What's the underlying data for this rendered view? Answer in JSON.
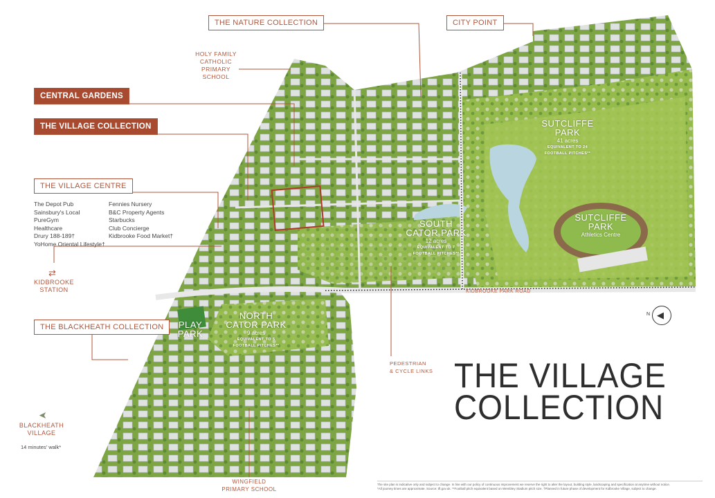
{
  "callouts": {
    "nature_collection": "THE NATURE COLLECTION",
    "city_point": "CITY POINT",
    "central_gardens": "CENTRAL GARDENS",
    "village_collection": "THE VILLAGE COLLECTION",
    "village_centre": "THE VILLAGE CENTRE",
    "blackheath_collection": "THE BLACKHEATH COLLECTION"
  },
  "village_centre_amenities": {
    "column1": [
      "The Depot Pub",
      "Sainsbury's Local",
      "PureGym",
      "Healthcare",
      "Drury 188-189†",
      "YoHome Oriental Lifestyle†"
    ],
    "column2": [
      "Fennies Nursery",
      "B&C Property Agents",
      "Starbucks",
      "Club Concierge",
      "Kidbrooke Food Market†"
    ]
  },
  "landmarks": {
    "holy_family": [
      "HOLY FAMILY",
      "CATHOLIC",
      "PRIMARY SCHOOL"
    ],
    "kidbrooke_station": [
      "KIDBROOKE",
      "STATION"
    ],
    "blackheath_village": [
      "BLACKHEATH",
      "VILLAGE"
    ],
    "blackheath_walk": "14 minutes' walk*",
    "kidbrooke_park_road": "KIDBROOKE PARK ROAD",
    "pedestrian_links": [
      "PEDESTRIAN",
      "& CYCLE LINKS"
    ],
    "wingfield": [
      "WINGFIELD",
      "PRIMARY SCHOOL"
    ]
  },
  "parks": {
    "sutcliffe": {
      "name1": "SUTCLIFFE",
      "name2": "PARK",
      "acres": "41 acres",
      "equiv1": "EQUIVALENT TO 24",
      "equiv2": "FOOTBALL PITCHES**"
    },
    "athletics": {
      "name1": "SUTCLIFFE",
      "name2": "PARK",
      "sub": "Athletics Centre"
    },
    "south_cator": {
      "name1": "SOUTH",
      "name2": "CATOR PARK",
      "acres": "12 acres",
      "equiv1": "EQUIVALENT TO 7",
      "equiv2": "FOOTBALL PITCHES**"
    },
    "north_cator": {
      "name1": "NORTH",
      "name2": "CATOR PARK",
      "acres": "9 acres",
      "equiv1": "EQUIVALENT TO 5",
      "equiv2": "FOOTBALL PITCHES**"
    },
    "play_park": {
      "name1": "PLAY",
      "name2": "PARK"
    }
  },
  "compass": "N",
  "title": {
    "line1": "THE VILLAGE",
    "line2": "COLLECTION"
  },
  "disclaimer": {
    "line1": "The site plan is indicative only and subject to change. In line with our policy of continuous improvement we reserve the right to alter the layout, building style, landscaping and specification at anytime without notice.",
    "line2": "*All journey times are approximate. Source: tfl.gov.uk. **Football pitch equivalent based on Wembley Stadium pitch size. †Planned in future phase of development for Kidbrooke Village, subject to change."
  },
  "colors": {
    "accent": "#b1553a",
    "accent_fill": "#a84a30",
    "grass": "#8fb24a",
    "park": "#9cc153",
    "water": "#b9d6e0",
    "title": "#2e2e2e"
  }
}
